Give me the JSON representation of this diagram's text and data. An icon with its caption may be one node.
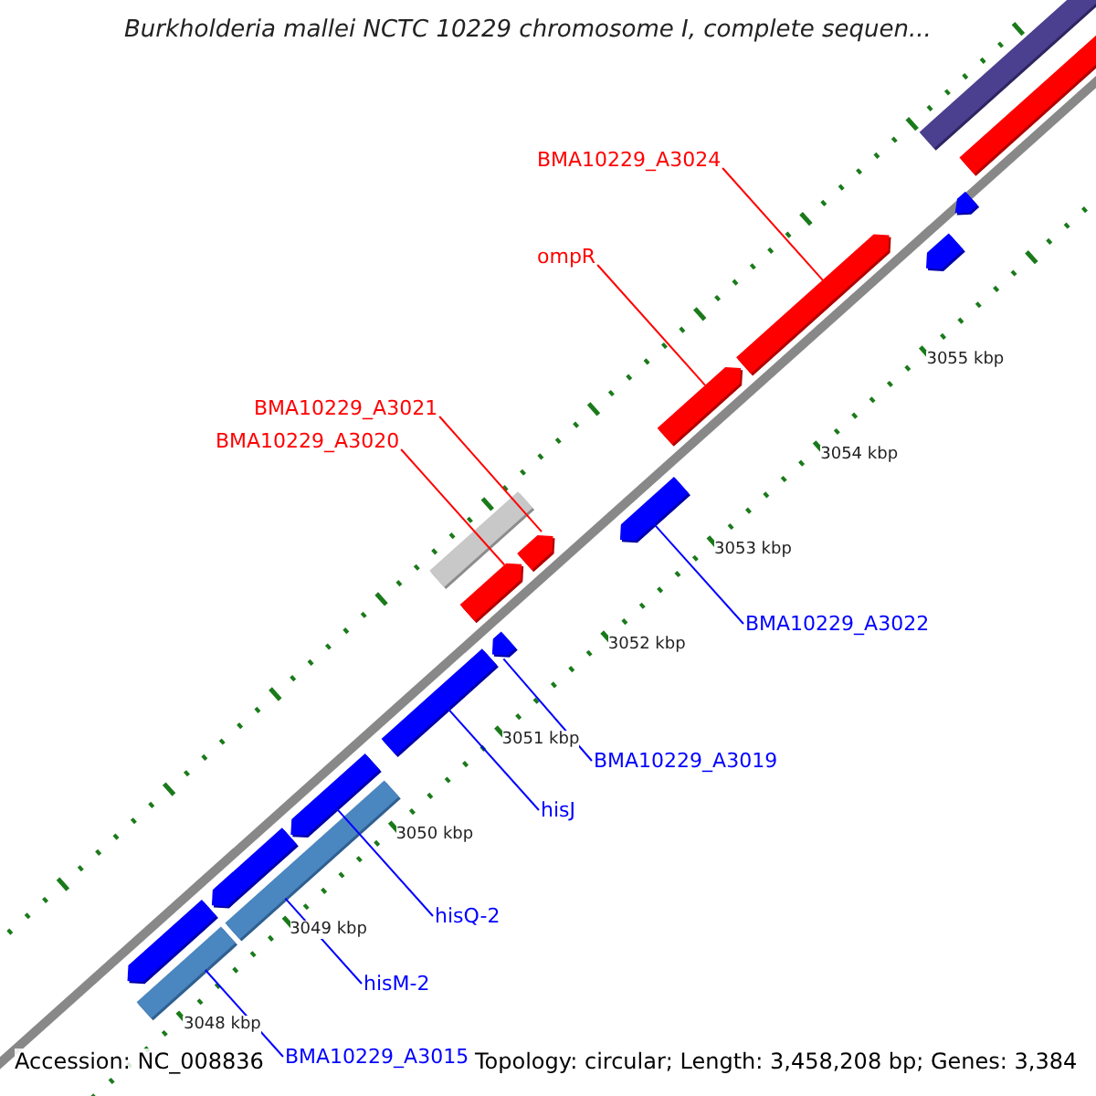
{
  "diagram": {
    "title": "Burkholderia mallei NCTC 10229 chromosome I, complete sequen...",
    "nodes": [
      {
        "text": [
          "BMA10229_A3024"
        ]
      },
      {
        "text": [
          "ompR"
        ]
      },
      {
        "text": [
          "BMA10229_A3021"
        ]
      },
      {
        "text": [
          "BMA10229_A3020"
        ]
      },
      {
        "text": [
          "BMA10229_A3022"
        ]
      },
      {
        "text": [
          "BMA10229_A3019"
        ]
      },
      {
        "text": [
          "hisJ"
        ]
      },
      {
        "text": [
          "hisQ-2"
        ]
      },
      {
        "text": [
          "hisM-2"
        ]
      },
      {
        "text": [
          "BMA10229_A3015"
        ]
      },
      {
        "text": [],
        "shape": "bar"
      },
      {
        "text": [],
        "shape": "bar"
      },
      {
        "text": [],
        "shape": "arrow"
      },
      {
        "text": [],
        "shape": "arrow"
      },
      {
        "text": [],
        "shape": "arrow"
      },
      {
        "text": [],
        "shape": "arrow"
      },
      {
        "text": [],
        "shape": "arrow"
      },
      {
        "text": [],
        "shape": "bar"
      },
      {
        "text": [],
        "shape": "arrow"
      },
      {
        "text": [],
        "shape": "arrow"
      },
      {
        "text": [],
        "shape": "arrow"
      },
      {
        "text": [],
        "shape": "bar"
      },
      {
        "text": [],
        "shape": "arrow"
      },
      {
        "text": [],
        "shape": "bar"
      },
      {
        "text": [],
        "shape": "arrow"
      },
      {
        "text": [],
        "shape": "arrow"
      },
      {
        "text": [],
        "shape": "bar"
      }
    ],
    "edges": [
      {
        "from": 0,
        "to": 14,
        "arrow": "none",
        "color": "#ff0000"
      },
      {
        "from": 1,
        "to": 15,
        "arrow": "none",
        "color": "#ff0000"
      },
      {
        "from": 2,
        "to": 18,
        "arrow": "none",
        "color": "#ff0000"
      },
      {
        "from": 3,
        "to": 19,
        "arrow": "none",
        "color": "#ff0000"
      },
      {
        "from": 4,
        "to": 16,
        "arrow": "none"
      },
      {
        "from": 5,
        "to": 20,
        "arrow": "none"
      },
      {
        "from": 6,
        "to": 21,
        "arrow": "none"
      },
      {
        "from": 7,
        "to": 22,
        "arrow": "none"
      },
      {
        "from": 8,
        "to": 23,
        "arrow": "none"
      },
      {
        "from": 9,
        "to": 26,
        "arrow": "none"
      }
    ],
    "labels": [
      "3055 kbp",
      "3054 kbp",
      "3053 kbp",
      "3052 kbp",
      "3051 kbp",
      "3050 kbp",
      "3049 kbp",
      "3048 kbp",
      "Accession: NC_008836",
      "Topology: circular; Length: 3,458,208 bp; Genes: 3,384"
    ]
  }
}
